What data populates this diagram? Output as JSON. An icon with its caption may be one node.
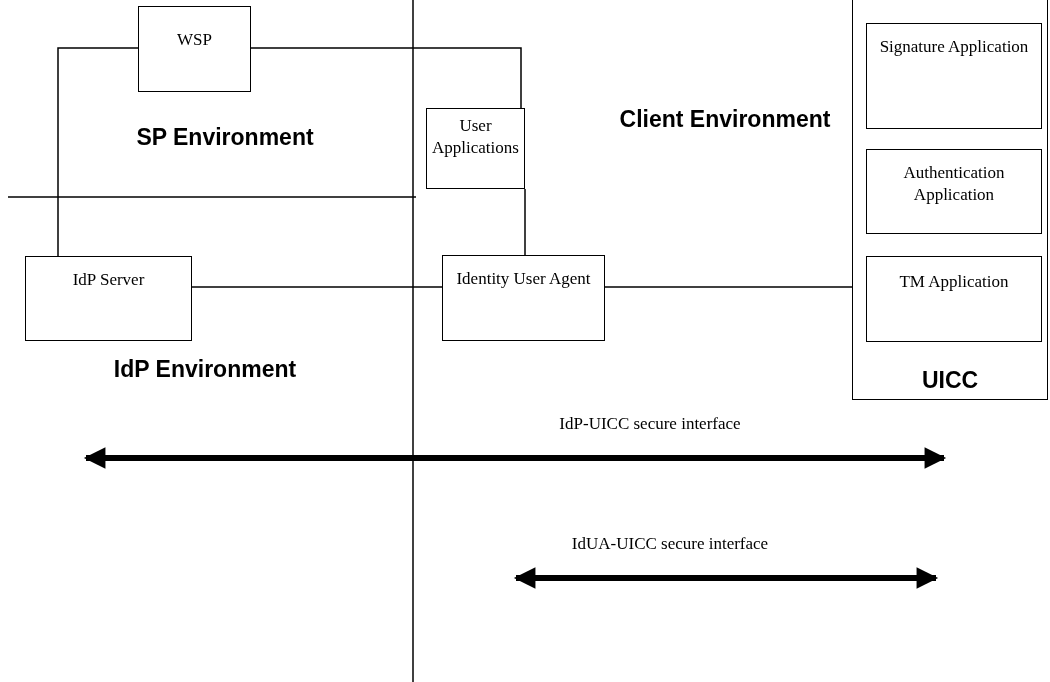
{
  "diagram": {
    "nodes": [
      {
        "text": [
          "WSP"
        ]
      },
      {
        "text": [
          "User Applications"
        ]
      },
      {
        "text": [
          "UICC"
        ]
      },
      {
        "text": [
          "Signature Application"
        ],
        "in": 2
      },
      {
        "text": [
          "Authentication Application"
        ],
        "in": 2
      },
      {
        "text": [
          "TM Application"
        ],
        "in": 2
      },
      {
        "text": [
          "IdP Server"
        ]
      },
      {
        "text": [
          "Identity User Agent"
        ]
      }
    ],
    "edges": [
      {
        "from": 0,
        "to": 6,
        "arrow": "none"
      },
      {
        "from": 0,
        "to": 1,
        "arrow": "none"
      },
      {
        "from": 1,
        "to": 7,
        "arrow": "none"
      },
      {
        "from": 6,
        "to": 7,
        "arrow": "none"
      },
      {
        "from": 7,
        "to": 5,
        "arrow": "none"
      }
    ],
    "labels": [
      "SP Environment",
      "Client Environment",
      "IdP Environment",
      "IdP-UICC secure interface",
      "IdUA-UICC secure interface"
    ]
  }
}
